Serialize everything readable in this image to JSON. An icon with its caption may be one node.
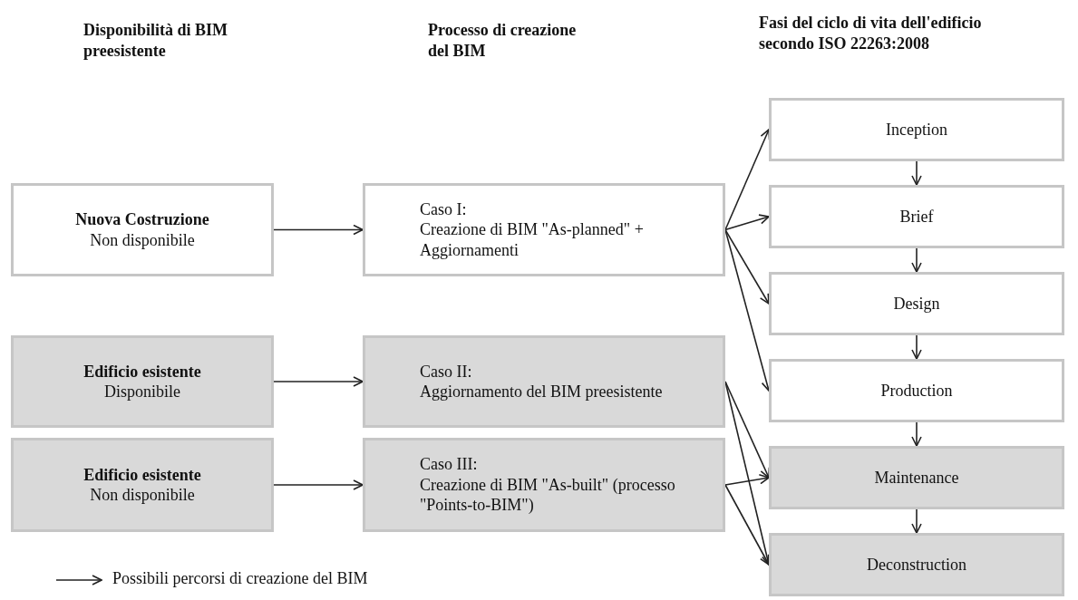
{
  "diagram": {
    "nodes": [
      {
        "text": [
          "Nuova Costruzione",
          "Non disponibile"
        ]
      },
      {
        "text": [
          "Caso I:",
          "Creazione di BIM \"As-planned\" + Aggiornamenti"
        ]
      },
      {
        "text": [
          "Edificio esistente",
          "Disponibile"
        ]
      },
      {
        "text": [
          "Caso II:",
          "Aggiornamento del BIM preesistente"
        ]
      },
      {
        "text": [
          "Edificio esistente",
          "Non disponibile"
        ]
      },
      {
        "text": [
          "Caso III:",
          "Creazione di BIM \"As-built\" (processo \"Points-to-BIM\")"
        ]
      },
      {
        "text": [
          "Inception"
        ]
      },
      {
        "text": [
          "Brief"
        ]
      },
      {
        "text": [
          "Design"
        ]
      },
      {
        "text": [
          "Production"
        ]
      },
      {
        "text": [
          "Maintenance"
        ]
      },
      {
        "text": [
          "Deconstruction"
        ]
      }
    ],
    "edges": [
      {
        "from": 0,
        "to": 1,
        "arrow": "to"
      },
      {
        "from": 2,
        "to": 3,
        "arrow": "to"
      },
      {
        "from": 4,
        "to": 5,
        "arrow": "to"
      },
      {
        "from": 1,
        "to": 6,
        "arrow": "to"
      },
      {
        "from": 1,
        "to": 7,
        "arrow": "to"
      },
      {
        "from": 1,
        "to": 8,
        "arrow": "to"
      },
      {
        "from": 1,
        "to": 9,
        "arrow": "to"
      },
      {
        "from": 3,
        "to": 10,
        "arrow": "to"
      },
      {
        "from": 3,
        "to": 11,
        "arrow": "to"
      },
      {
        "from": 5,
        "to": 10,
        "arrow": "to"
      },
      {
        "from": 5,
        "to": 11,
        "arrow": "to"
      },
      {
        "from": 6,
        "to": 7,
        "arrow": "to"
      },
      {
        "from": 7,
        "to": 8,
        "arrow": "to"
      },
      {
        "from": 8,
        "to": 9,
        "arrow": "to"
      },
      {
        "from": 9,
        "to": 10,
        "arrow": "to"
      },
      {
        "from": 10,
        "to": 11,
        "arrow": "to"
      }
    ],
    "labels": [
      "Disponibilità di BIM preesistente",
      "Processo di creazione del BIM",
      "Fasi del ciclo di vita dell'edificio secondo ISO 22263:2008"
    ],
    "legend": [
      {
        "text": "Possibili percorsi di creazione del BIM"
      }
    ]
  }
}
